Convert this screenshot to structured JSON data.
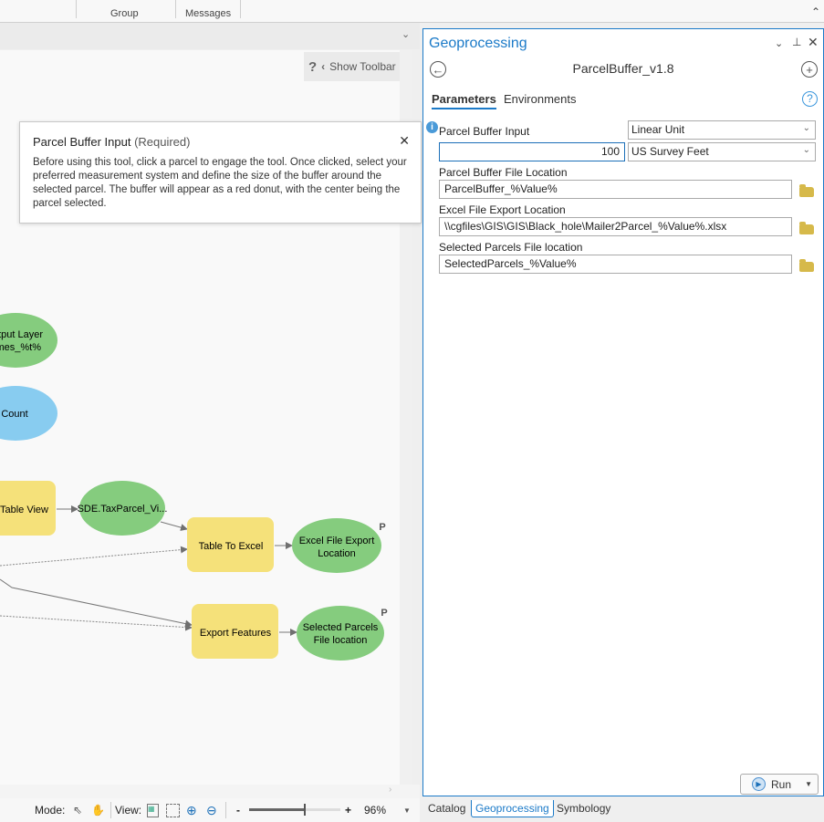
{
  "ribbon": {
    "groups": [
      "Group",
      "Messages"
    ]
  },
  "canvas": {
    "show_toolbar": "Show Toolbar",
    "nodes": {
      "output_layer": [
        "tput Layer",
        "mes_%t%"
      ],
      "count": "Count",
      "table_view": "Table View",
      "sde": "SDE.TaxParcel_Vi...",
      "table_to_excel": "Table To Excel",
      "excel_export": [
        "Excel File Export",
        "Location"
      ],
      "export_features": "Export Features",
      "selected_parcels": [
        "Selected Parcels",
        "File location"
      ],
      "param_marker": "P"
    },
    "colors": {
      "data": "#85cc7e",
      "tool": "#f5e17a",
      "variable": "#88ccf0"
    }
  },
  "tooltip": {
    "title": "Parcel Buffer Input",
    "required": "(Required)",
    "body": "Before using this tool, click a parcel to engage the tool. Once clicked, select your preferred measurement system and define the size of the buffer around the selected parcel. The buffer will appear as a red donut, with the center being the parcel selected."
  },
  "status": {
    "mode_label": "Mode:",
    "view_label": "View:",
    "zoom_minus": "-",
    "zoom_plus": "+",
    "zoom": "96%",
    "zoom_fraction": 0.6
  },
  "panel": {
    "title": "Geoprocessing",
    "tool": "ParcelBuffer_v1.8",
    "tabs": [
      "Parameters",
      "Environments"
    ],
    "params": {
      "buffer_input_label": "Parcel Buffer Input",
      "buffer_type": "Linear Unit",
      "buffer_value": "100",
      "buffer_unit": "US Survey Feet",
      "buffer_file_label": "Parcel Buffer File Location",
      "buffer_file": "ParcelBuffer_%Value%",
      "excel_label": "Excel File Export Location",
      "excel_file": "\\\\cgfiles\\GIS\\GIS\\Black_hole\\Mailer2Parcel_%Value%.xlsx",
      "selected_label": "Selected Parcels File location",
      "selected_file": "SelectedParcels_%Value%"
    },
    "run": "Run",
    "bottom_tabs": [
      "Catalog",
      "Geoprocessing",
      "Symbology"
    ]
  }
}
